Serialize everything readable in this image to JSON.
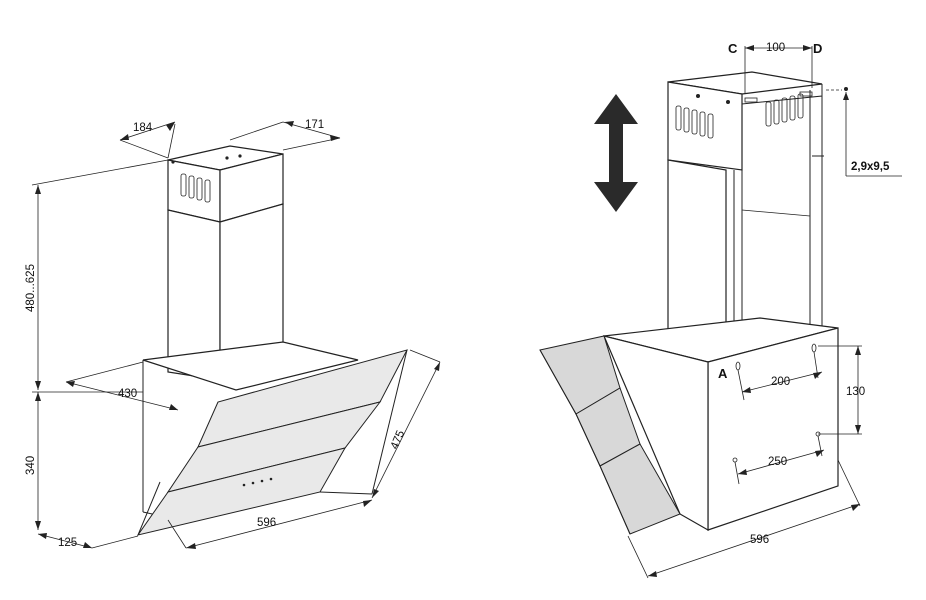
{
  "left_drawing": {
    "dims": {
      "d184": "184",
      "d171": "171",
      "d480_625": "480...625",
      "d430": "430",
      "d340": "340",
      "d475": "475",
      "d596": "596",
      "d125": "125"
    }
  },
  "right_drawing": {
    "dims": {
      "c_label": "C",
      "d_label": "D",
      "d100": "100",
      "screw": "2,9x9,5",
      "a_label": "A",
      "d200": "200",
      "d130": "130",
      "d250": "250",
      "d596": "596"
    },
    "adjust_arrow": "double-vertical-arrow-icon"
  }
}
